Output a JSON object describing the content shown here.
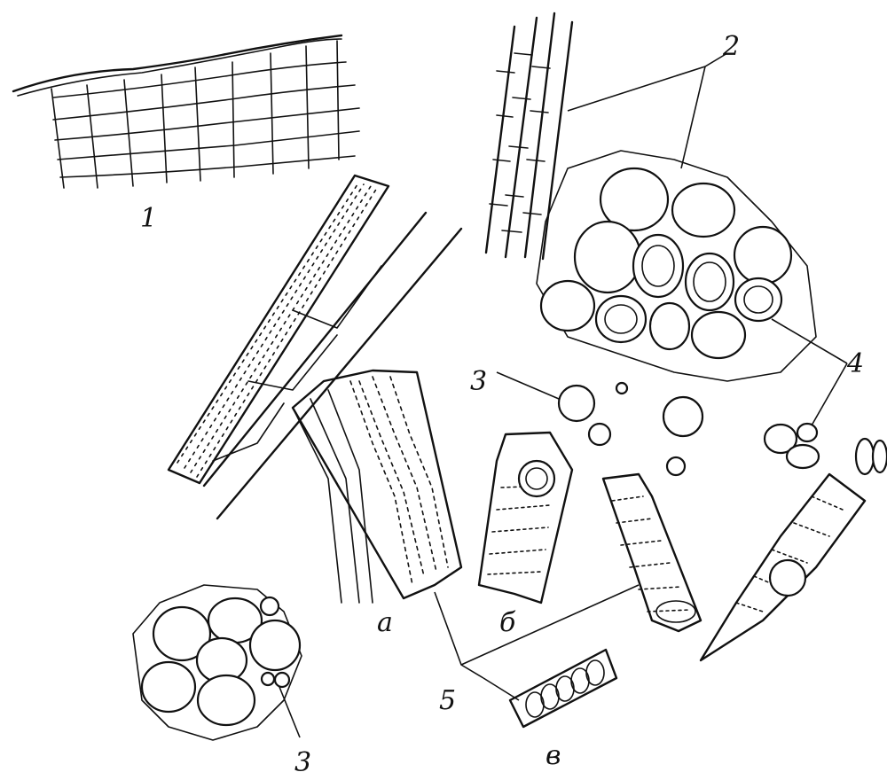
{
  "labels": {
    "cork": "1",
    "wood_parenchyma_label": "2",
    "starch_grains_top": "3",
    "starch_grains_bottom": "3",
    "stone_cells": "4",
    "vessels": "5",
    "fragment_a": "а",
    "fragment_b": "б",
    "fragment_v": "в"
  }
}
